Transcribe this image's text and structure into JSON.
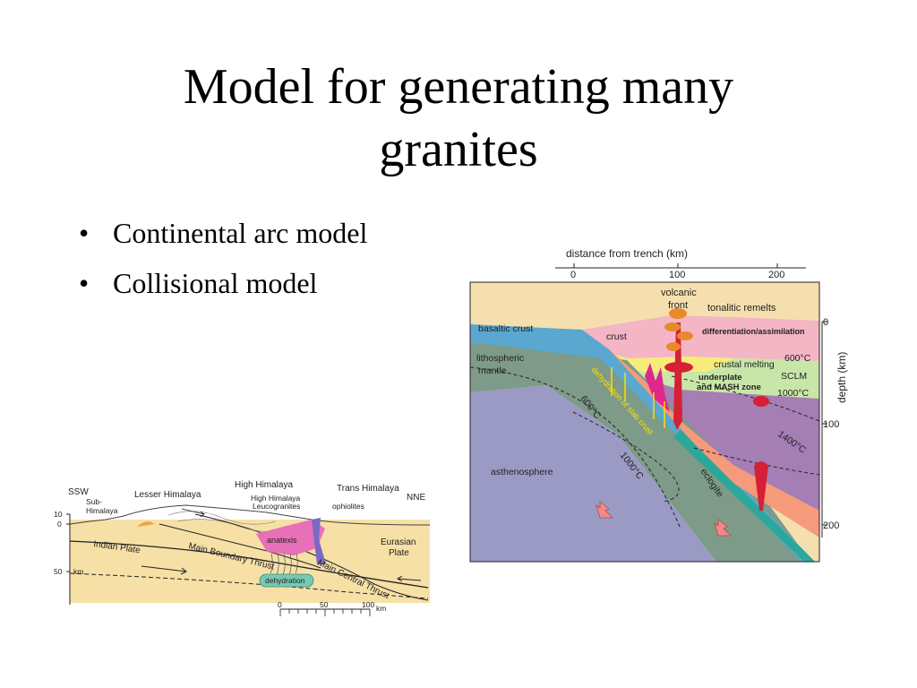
{
  "slide": {
    "title_line1": "Model for generating many",
    "title_line2": "granites",
    "bullet_char": "•",
    "bullets": [
      "Continental arc model",
      "Collisional model"
    ]
  },
  "arc_figure": {
    "top_axis_label": "distance from trench (km)",
    "top_ticks": [
      "0",
      "100",
      "200"
    ],
    "right_axis_label": "depth (km)",
    "right_ticks": [
      "0",
      "100",
      "200"
    ],
    "labels": {
      "volcanic": "volcanic",
      "front": "front",
      "tonalitic": "tonalitic remelts",
      "basaltic": "basaltic crust",
      "crust": "crust",
      "diff": "differentiation/assimilation",
      "t600a": "600°C",
      "lithospheric": "lithospheric",
      "mantle": "mantle",
      "crustal_melting": "crustal melting",
      "sclm": "SCLM",
      "underplate": "underplate",
      "mash": "and MASH zone",
      "t1000a": "1000°C",
      "dehydration": "dehydration of slab crust",
      "t600b": "600°C",
      "t1400": "1400°C",
      "asthenosphere": "asthenosphere",
      "t1000b": "1000°C",
      "eclogite": "eclogite"
    }
  },
  "collision_figure": {
    "labels": {
      "ssw": "SSW",
      "sub": "Sub-",
      "himalaya": "Himalaya",
      "lesser": "Lesser Himalaya",
      "high": "High Himalaya",
      "trans": "Trans Himalaya",
      "nne": "NNE",
      "leuco1": "High Himalaya",
      "leuco2": "Leucogranites",
      "ophiolites": "ophiolites",
      "d10": "10",
      "d0": "0",
      "d50": "50",
      "km_left": "km",
      "indian": "Indian Plate",
      "mbt": "Main Boundary Thrust",
      "anatexis": "anatexis",
      "eurasian1": "Eurasian",
      "eurasian2": "Plate",
      "mct": "Main Central Thrust",
      "dehydration": "dehydration",
      "s0": "0",
      "s50": "50",
      "s100": "100",
      "km_scale": "km"
    }
  }
}
